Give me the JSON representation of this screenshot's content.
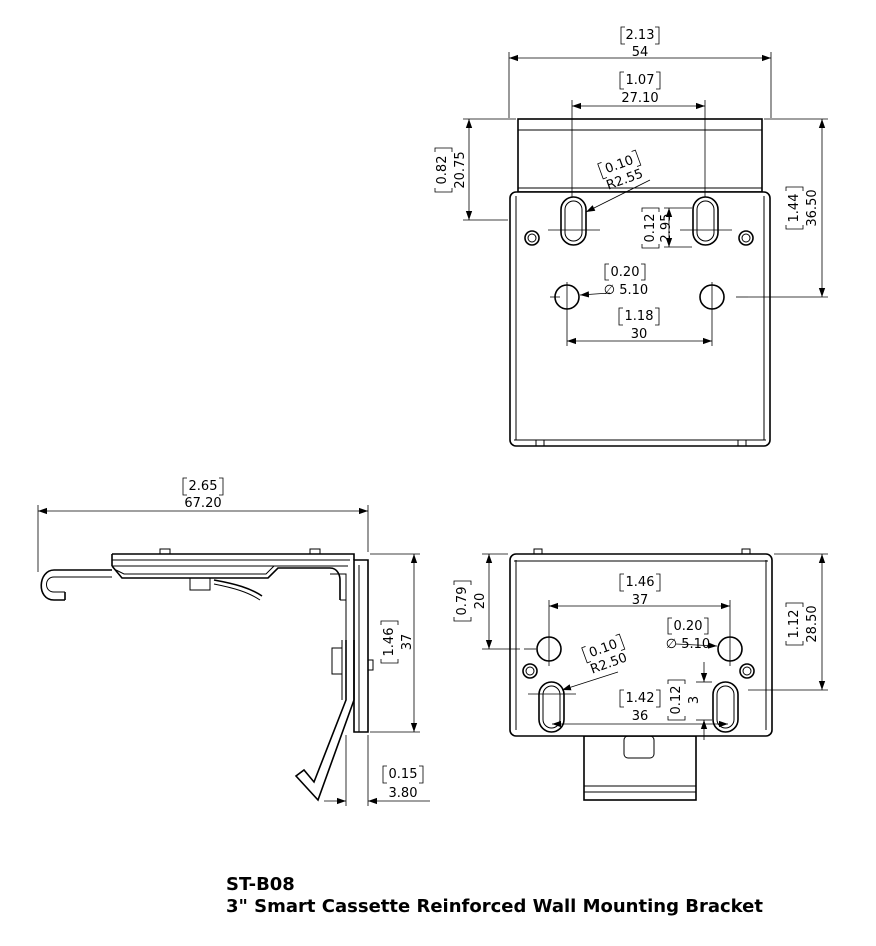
{
  "title": {
    "model": "ST-B08",
    "description": "3\" Smart Cassette Reinforced Wall Mounting Bracket"
  },
  "front_view": {
    "overall_width_in": "2.13",
    "overall_width_mm": "54",
    "slot_spacing_in": "1.07",
    "slot_spacing_mm": "27.10",
    "top_height_in": "0.82",
    "top_height_mm": "20.75",
    "slot_radius_in": "0.10",
    "slot_radius_mm": "R2.55",
    "slot_length_in": "0.12",
    "slot_length_mm": "2.95",
    "hole_height_in": "1.44",
    "hole_height_mm": "36.50",
    "hole_dia_in": "0.20",
    "hole_dia_mm": "∅ 5.10",
    "hole_spacing_in": "1.18",
    "hole_spacing_mm": "30"
  },
  "side_view": {
    "overall_length_in": "2.65",
    "overall_length_mm": "67.20",
    "height_in": "1.46",
    "height_mm": "37",
    "thickness_in": "0.15",
    "thickness_mm": "3.80"
  },
  "back_view": {
    "hole_height_in": "0.79",
    "hole_height_mm": "20",
    "hole_spacing_in": "1.46",
    "hole_spacing_mm": "37",
    "hole_dia_in": "0.20",
    "hole_dia_mm": "∅ 5.10",
    "slot_radius_in": "0.10",
    "slot_radius_mm": "R2.50",
    "slot_spacing_in": "1.42",
    "slot_spacing_mm": "36",
    "slot_length_in": "0.12",
    "slot_length_mm": "3",
    "overall_height_in": "1.12",
    "overall_height_mm": "28.50"
  }
}
